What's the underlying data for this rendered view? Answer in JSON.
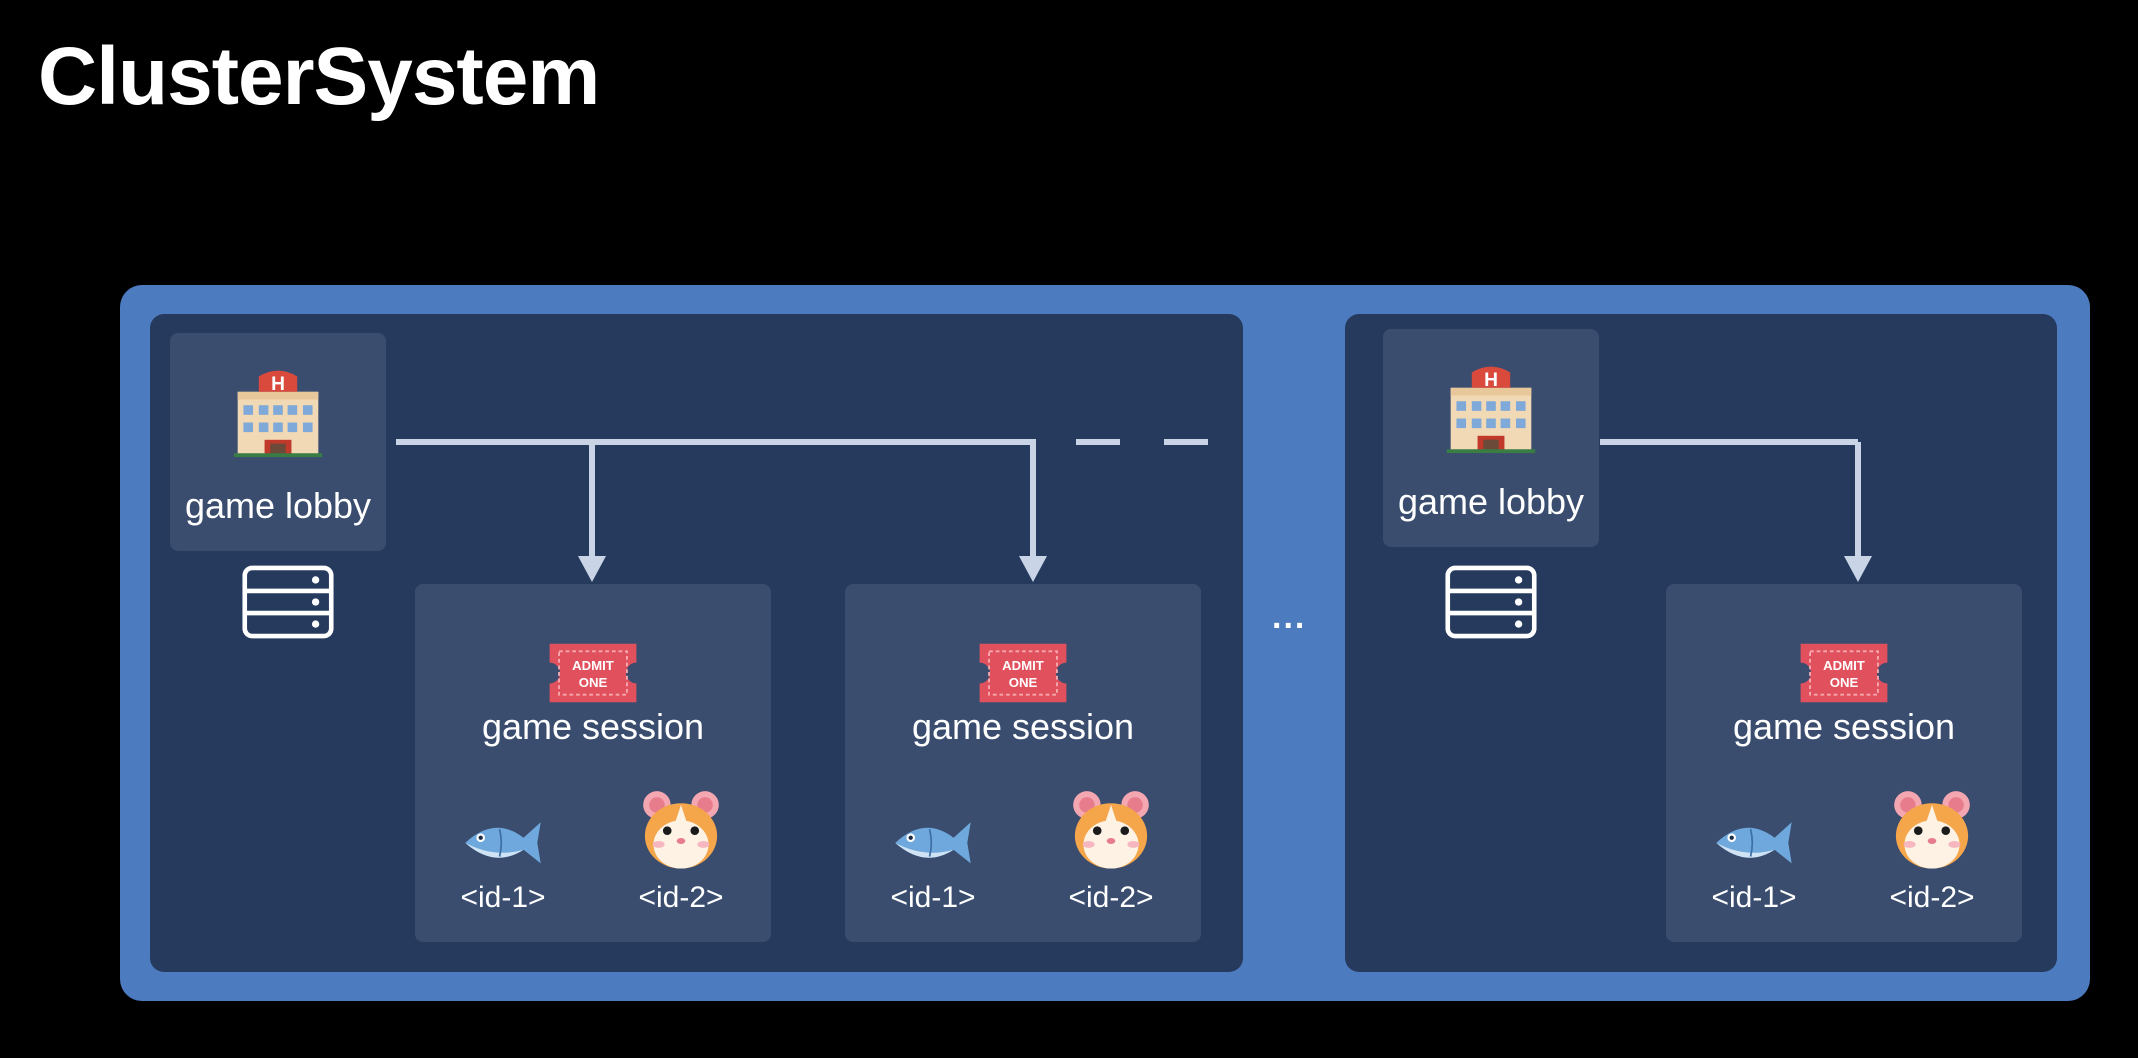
{
  "title": "ClusterSystem",
  "ellipsis": "...",
  "nodes": [
    {
      "lobby": {
        "label": "game lobby",
        "icon": "hotel-icon"
      },
      "server_icon": "server-rack-icon",
      "sessions": [
        {
          "label": "game session",
          "icon": "admit-one-ticket-icon",
          "players": [
            {
              "id": "<id-1>",
              "icon": "fish-icon"
            },
            {
              "id": "<id-2>",
              "icon": "hamster-icon"
            }
          ]
        },
        {
          "label": "game session",
          "icon": "admit-one-ticket-icon",
          "players": [
            {
              "id": "<id-1>",
              "icon": "fish-icon"
            },
            {
              "id": "<id-2>",
              "icon": "hamster-icon"
            }
          ]
        }
      ]
    },
    {
      "lobby": {
        "label": "game lobby",
        "icon": "hotel-icon"
      },
      "server_icon": "server-rack-icon",
      "sessions": [
        {
          "label": "game session",
          "icon": "admit-one-ticket-icon",
          "players": [
            {
              "id": "<id-1>",
              "icon": "fish-icon"
            },
            {
              "id": "<id-2>",
              "icon": "hamster-icon"
            }
          ]
        }
      ]
    }
  ],
  "colors": {
    "background": "#000000",
    "cluster": "#4c7bc0",
    "node": "#263a5e",
    "card": "#3a4d6f",
    "connector": "#c9d5e6",
    "ticket": "#e0505d"
  }
}
